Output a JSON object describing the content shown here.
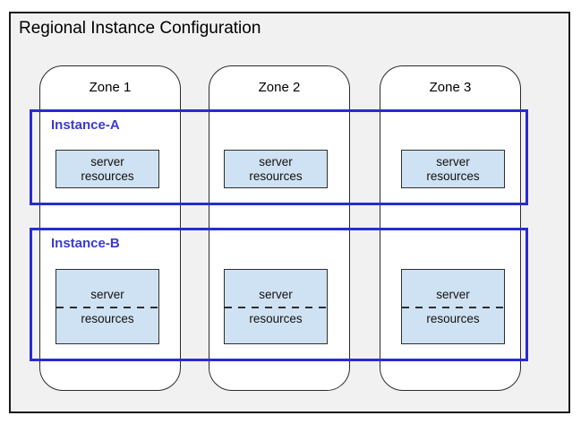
{
  "title": "Regional Instance Configuration",
  "zones": [
    {
      "label": "Zone 1"
    },
    {
      "label": "Zone 2"
    },
    {
      "label": "Zone 3"
    }
  ],
  "instances": [
    {
      "label": "Instance-A",
      "boxes": [
        {
          "line1": "server",
          "line2": "resources"
        },
        {
          "line1": "server",
          "line2": "resources"
        },
        {
          "line1": "server",
          "line2": "resources"
        }
      ]
    },
    {
      "label": "Instance-B",
      "divider_style": "dashed",
      "boxes": [
        {
          "line1": "server",
          "line2": "resources"
        },
        {
          "line1": "server",
          "line2": "resources"
        },
        {
          "line1": "server",
          "line2": "resources"
        }
      ]
    }
  ],
  "colors": {
    "region_fill": "#f1f1f1",
    "region_border": "#1a1a1a",
    "zone_fill": "#ffffff",
    "zone_border": "#2b2b2b",
    "instance_border": "#282bd3",
    "instance_label": "#3a3ad2",
    "server_box_fill": "#cfe2f3",
    "server_box_border": "#2e2e2e"
  }
}
